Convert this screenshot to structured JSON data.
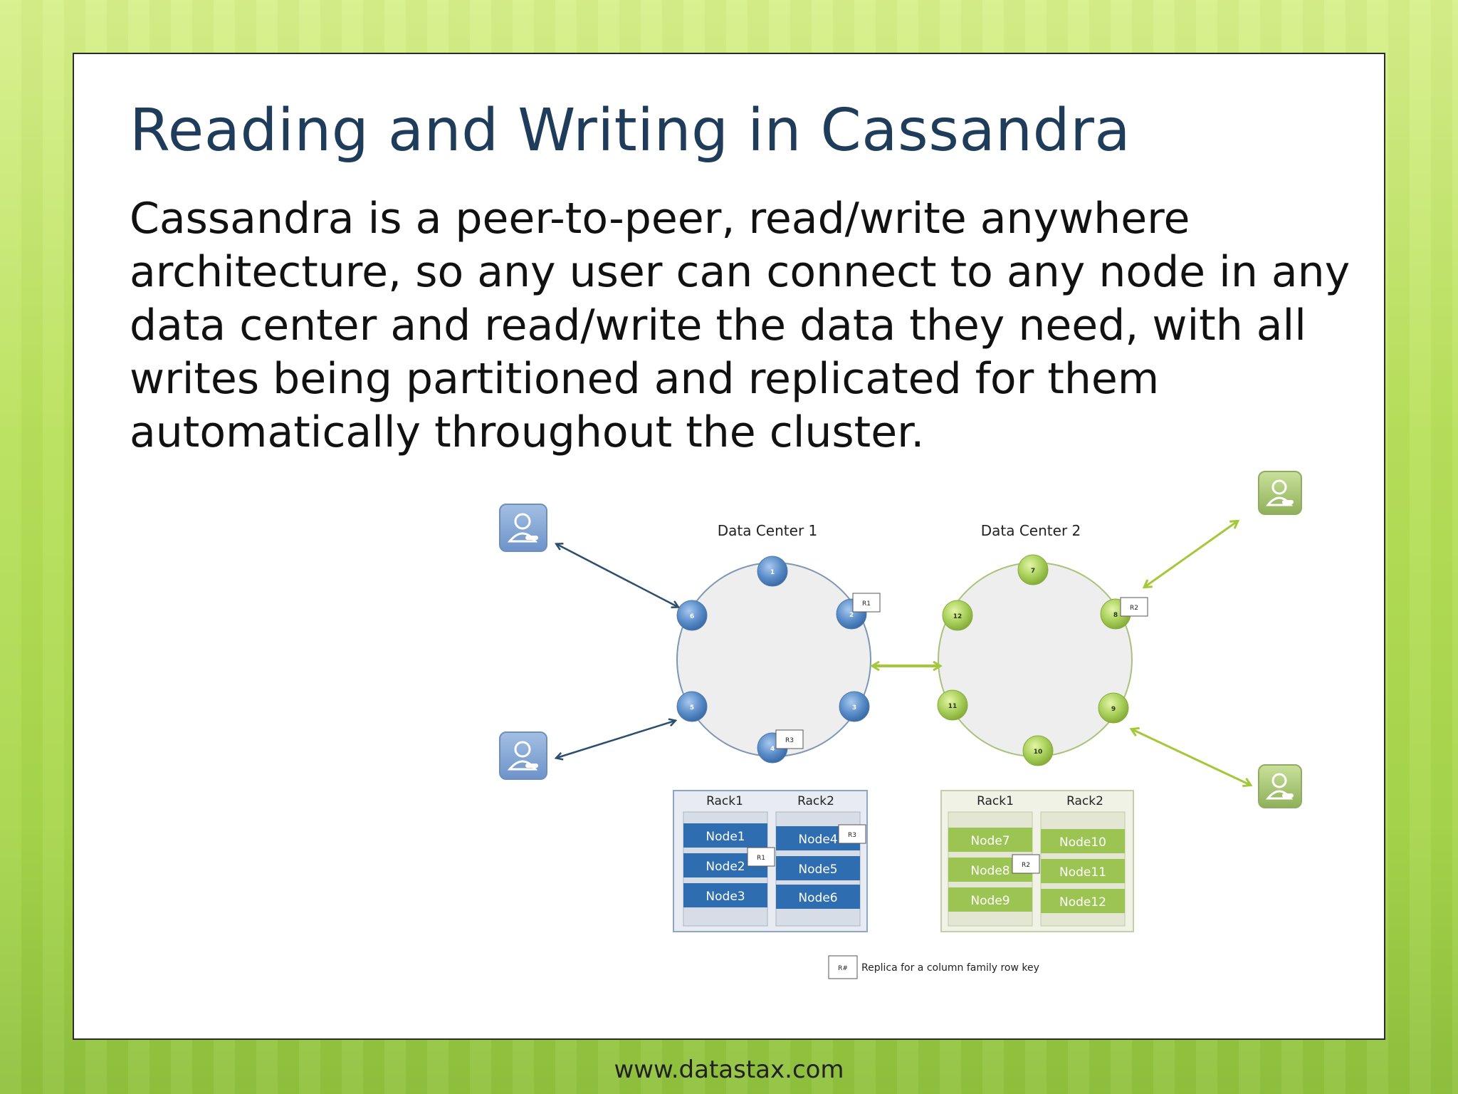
{
  "slide": {
    "title": "Reading and Writing in Cassandra",
    "body": "Cassandra is a peer-to-peer, read/write anywhere architecture, so any user can connect to any node in any data center and read/write the data they need, with all writes being partitioned and replicated for them automatically throughout the cluster.",
    "footer": "www.datastax.com"
  },
  "diagram": {
    "dc1": {
      "label": "Data Center 1",
      "color": "#5b8dc9",
      "ring_nodes": [
        "1",
        "2",
        "3",
        "4",
        "5",
        "6"
      ],
      "replicas": {
        "node2": "R1",
        "node4": "R3"
      },
      "racks": [
        {
          "label": "Rack1",
          "nodes": [
            "Node1",
            "Node2",
            "Node3"
          ]
        },
        {
          "label": "Rack2",
          "nodes": [
            "Node4",
            "Node5",
            "Node6"
          ]
        }
      ],
      "rack_replicas": {
        "Node2": "R1",
        "Node4": "R3"
      }
    },
    "dc2": {
      "label": "Data Center 2",
      "color": "#9cc452",
      "ring_nodes": [
        "7",
        "8",
        "9",
        "10",
        "11",
        "12"
      ],
      "replicas": {
        "node8": "R2"
      },
      "racks": [
        {
          "label": "Rack1",
          "nodes": [
            "Node7",
            "Node8",
            "Node9"
          ]
        },
        {
          "label": "Rack2",
          "nodes": [
            "Node10",
            "Node11",
            "Node12"
          ]
        }
      ],
      "rack_replicas": {
        "Node8": "R2"
      }
    },
    "legend": {
      "symbol": "R#",
      "text": "Replica for a column family row key"
    },
    "icons": [
      "user-icon",
      "user-icon",
      "user-icon",
      "user-icon"
    ],
    "colors": {
      "blue_arrow": "#2d4f6e",
      "green_arrow": "#a4c83a",
      "title": "#1f3d5a"
    }
  }
}
